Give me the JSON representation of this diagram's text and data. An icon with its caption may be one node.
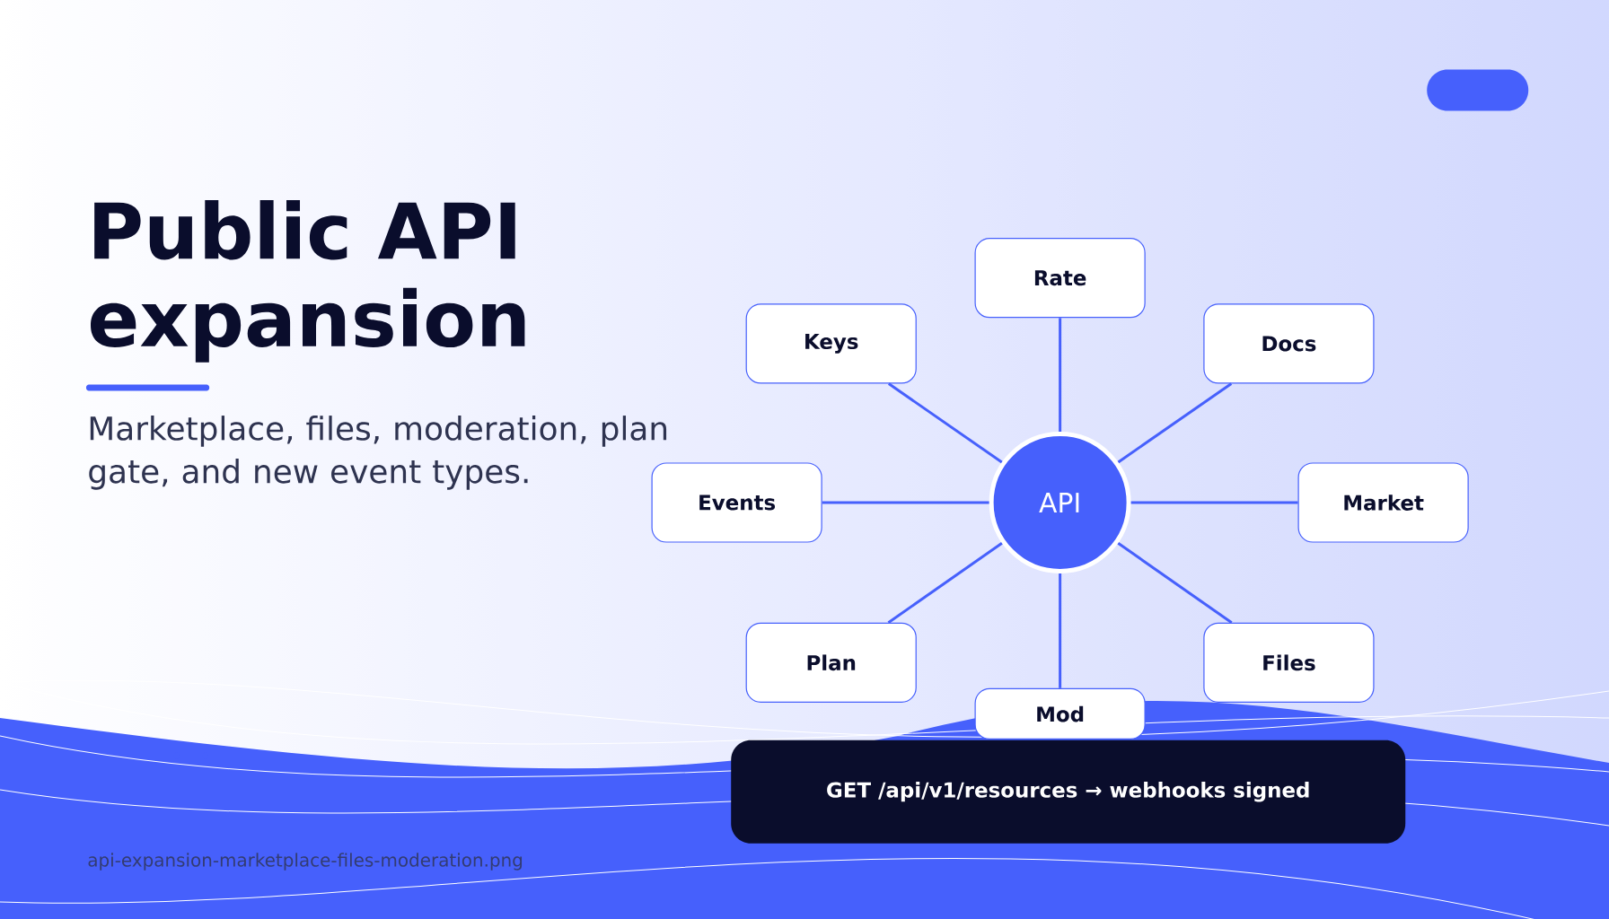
{
  "diagram": {
    "title": "Public API expansion",
    "nodes": [
      {
        "text": [
          "Rate"
        ]
      },
      {
        "text": [
          "Keys"
        ]
      },
      {
        "text": [
          "Docs"
        ]
      },
      {
        "text": [
          "Events"
        ]
      },
      {
        "text": [
          "API"
        ]
      },
      {
        "text": [
          "Market"
        ]
      },
      {
        "text": [
          "Plan"
        ]
      },
      {
        "text": [
          "Files"
        ]
      },
      {
        "text": [
          "Mod"
        ]
      },
      {
        "text": [
          "GET /api/v1/resources  →  webhooks signed"
        ]
      },
      {
        "text": [],
        "shape": "bar"
      }
    ],
    "edges": [
      {
        "from": 4,
        "to": 0,
        "arrow": "none"
      },
      {
        "from": 4,
        "to": 1,
        "arrow": "none"
      },
      {
        "from": 4,
        "to": 2,
        "arrow": "none"
      },
      {
        "from": 4,
        "to": 3,
        "arrow": "none"
      },
      {
        "from": 4,
        "to": 5,
        "arrow": "none"
      },
      {
        "from": 4,
        "to": 6,
        "arrow": "none"
      },
      {
        "from": 4,
        "to": 7,
        "arrow": "none"
      },
      {
        "from": 4,
        "to": 8,
        "arrow": "none"
      }
    ],
    "labels": [
      "Marketplace, files, moderation, plan gate, and new event types.",
      "api-expansion-marketplace-files-moderation.png"
    ]
  }
}
